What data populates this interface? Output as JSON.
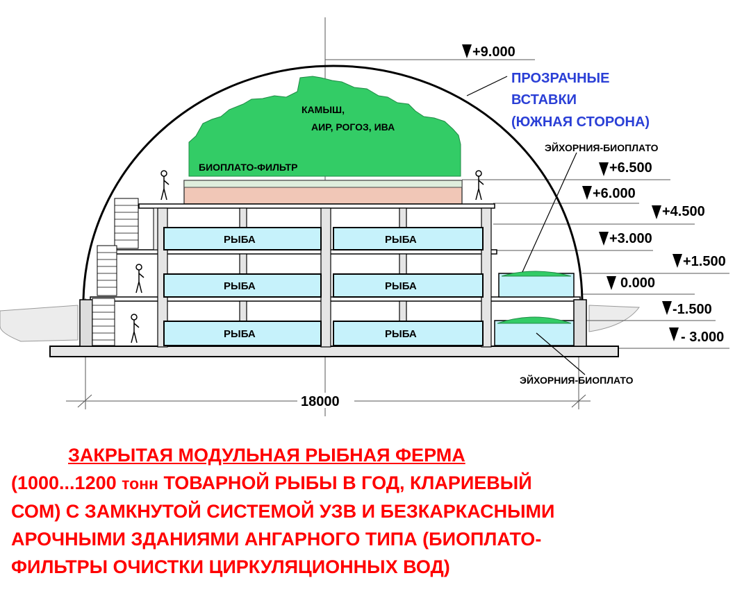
{
  "labels": {
    "transparent_1": "ПРОЗРАЧНЫЕ",
    "transparent_2": "ВСТАВКИ",
    "transparent_3": "(ЮЖНАЯ СТОРОНА)",
    "plants_1": "КАМЫШ,",
    "plants_2": "АИР, РОГОЗ, ИВА",
    "biofilter": "БИОПЛАТО-ФИЛЬТР",
    "eichhornia_top": "ЭЙХОРНИЯ-БИОПЛАТО",
    "eichhornia_bottom": "ЭЙХОРНИЯ-БИОПЛАТО",
    "fish": "РЫБА",
    "width_dim": "18000"
  },
  "elevations": [
    "+9.000",
    "+6.500",
    "+6.000",
    "+4.500",
    "+3.000",
    "+1.500",
    "0.000",
    "-1.500",
    "- 3.000"
  ],
  "caption": {
    "line1": "ЗАКРЫТАЯ МОДУЛЬНАЯ РЫБНАЯ ФЕРМА",
    "line2a": "(1000...1200 ",
    "line2b": "тонн",
    "line2c": " ТОВАРНОЙ РЫБЫ В ГОД, КЛАРИЕВЫЙ",
    "line3": "СОМ) С ЗАМКНУТОЙ СИСТЕМОЙ УЗВ И БЕЗКАРКАСНЫМИ",
    "line4": "АРОЧНЫМИ ЗДАНИЯМИ АНГАРНОГО ТИПА (БИОПЛАТО-",
    "line5": "ФИЛЬТРЫ ОЧИСТКИ ЦИРКУЛЯЦИОННЫХ ВОД)"
  },
  "colors": {
    "tank": "#c6f2fb",
    "greenery": "#33cc66",
    "biofilter_fill": "#f1c7b7",
    "caption": "#ff0000",
    "blue_label": "#2a3fd6"
  }
}
